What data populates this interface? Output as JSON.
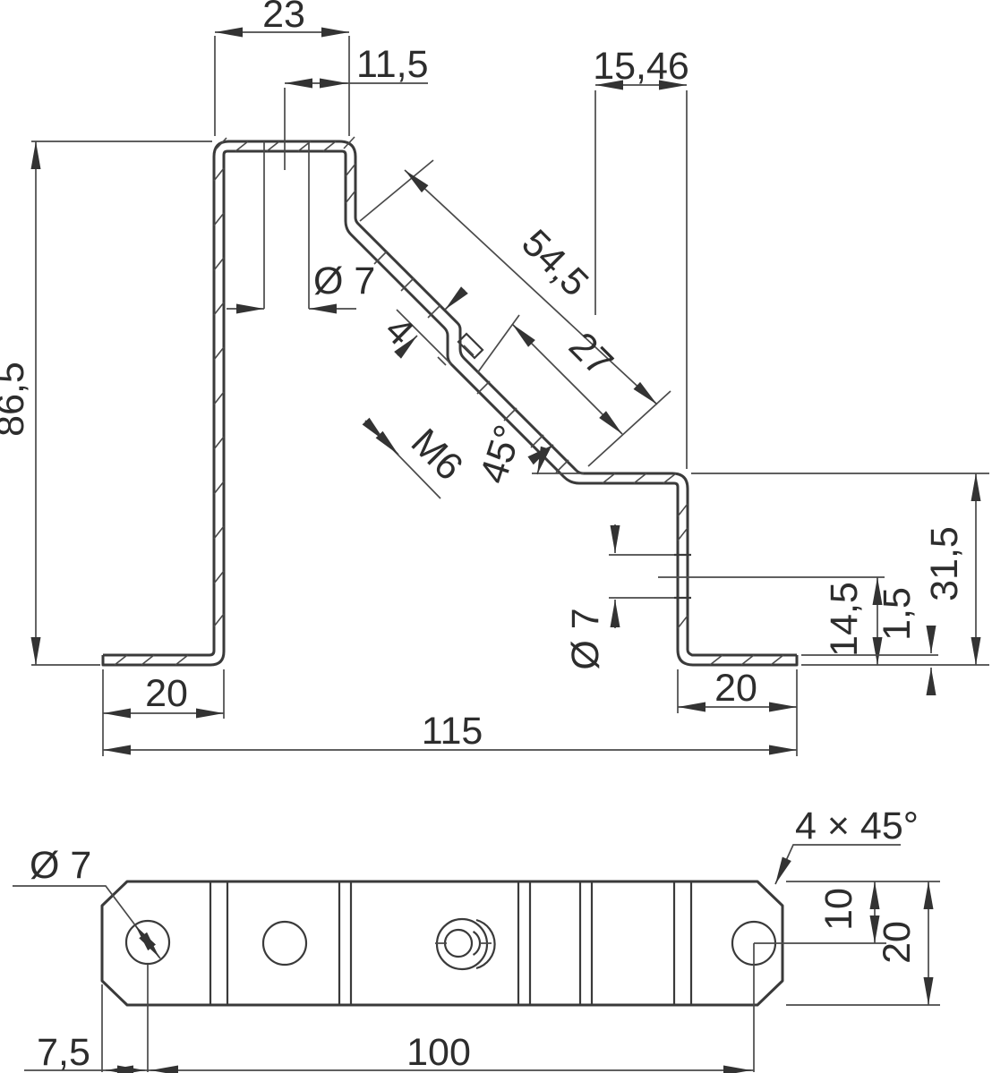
{
  "side_view": {
    "dims": {
      "top_width": "23",
      "hole_offset": "11,5",
      "flange_tip_offset": "15,46",
      "overall_height": "86,5",
      "flange_hole_dia": "Ø 7",
      "joggle_depth": "4",
      "flange_length": "54,5",
      "flange_lower_length": "27",
      "thread": "M6",
      "bend_angle": "45°",
      "wall_hole_dia": "Ø 7",
      "wall_hole_height": "14,5",
      "sheet_thickness": "1,5",
      "right_height": "31,5",
      "left_foot_width": "20",
      "overall_width": "115",
      "right_foot_width": "20"
    }
  },
  "plan_view": {
    "dims": {
      "hole_dia": "Ø 7",
      "corner_chamfer": "4 × 45°",
      "hole_to_edge": "10",
      "strip_width": "20",
      "hole_end_offset": "7,5",
      "hole_spacing": "100"
    }
  }
}
